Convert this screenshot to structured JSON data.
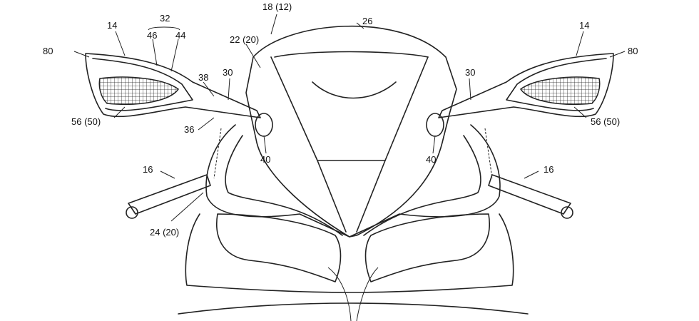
{
  "figure": {
    "labels": {
      "windscreen": "26",
      "vehicle": "18 (12)",
      "upper_cowl": "22 (20)",
      "lower_cowl": "24 (20)",
      "mirror_left": "14",
      "mirror_right": "14",
      "mirror_group": "32",
      "housing_a": "46",
      "housing_b": "44",
      "edge_left": "80",
      "edge_right": "80",
      "stay_left": "38",
      "arm_left": "30",
      "arm_right": "30",
      "lamp_left": "56 (50)",
      "lamp_right": "56 (50)",
      "dashed_ref": "36",
      "mount_left": "40",
      "mount_right": "40",
      "handle_left": "16",
      "handle_right": "16"
    }
  }
}
